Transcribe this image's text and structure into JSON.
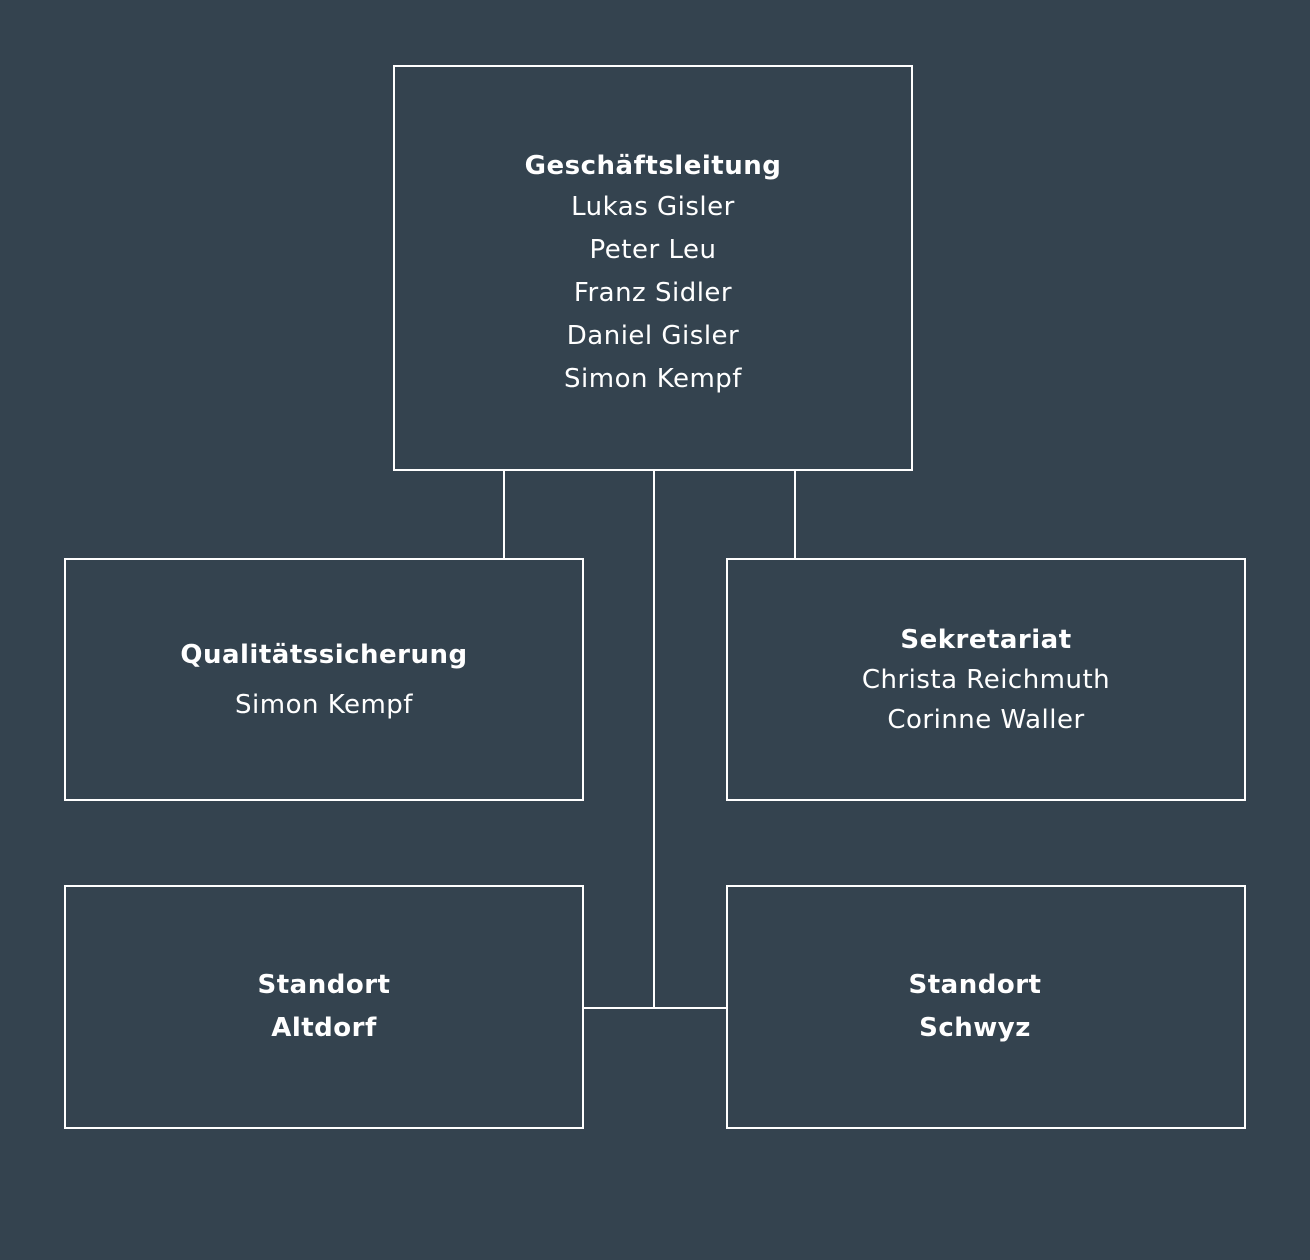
{
  "management": {
    "title": "Geschäftsleitung",
    "members": [
      "Lukas Gisler",
      "Peter Leu",
      "Franz Sidler",
      "Daniel Gisler",
      "Simon Kempf"
    ]
  },
  "quality": {
    "title": "Qualitätssicherung",
    "members": [
      "Simon Kempf"
    ]
  },
  "secretariat": {
    "title": "Sekretariat",
    "members": [
      "Christa Reichmuth",
      "Corinne Waller"
    ]
  },
  "location_altdorf": {
    "title_line1": "Standort",
    "title_line2": "Altdorf"
  },
  "location_schwyz": {
    "title_line1": "Standort",
    "title_line2": "Schwyz"
  },
  "colors": {
    "background": "#34434f",
    "line": "#ffffff",
    "text": "#ffffff"
  }
}
